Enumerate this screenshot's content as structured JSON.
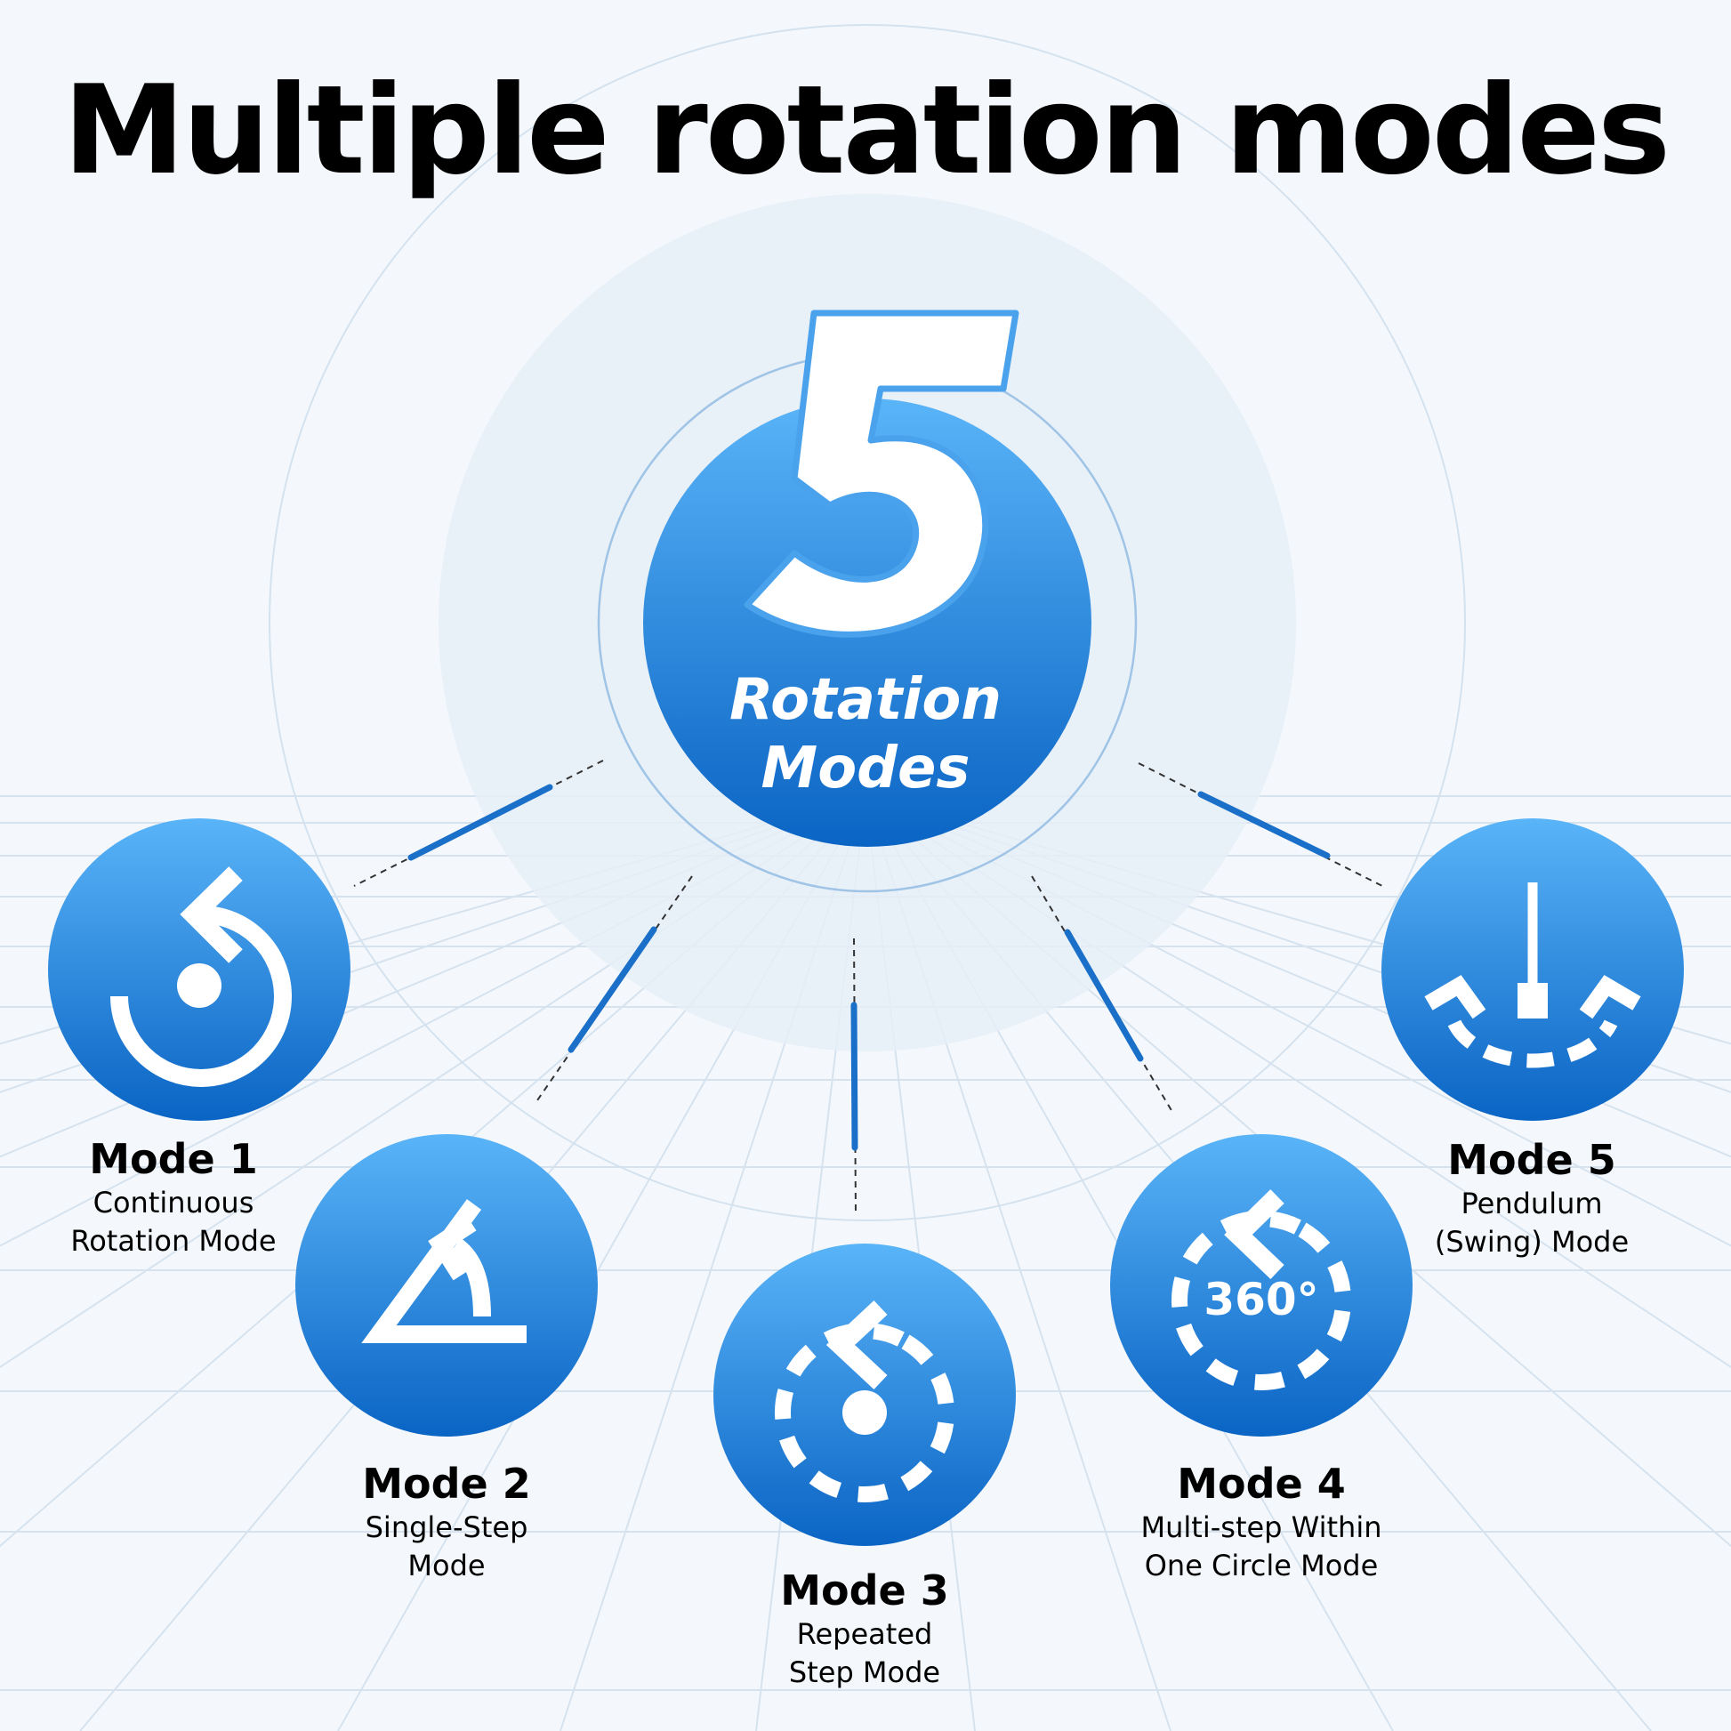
{
  "title": "Multiple rotation modes",
  "hub": {
    "number": "5",
    "line1": "Rotation",
    "line2": "Modes"
  },
  "modes": [
    {
      "title": "Mode 1",
      "desc1": "Continuous",
      "desc2": "Rotation Mode",
      "icon": "continuous-rotation-icon"
    },
    {
      "title": "Mode 2",
      "desc1": "Single-Step",
      "desc2": "Mode",
      "icon": "single-step-angle-icon"
    },
    {
      "title": "Mode 3",
      "desc1": "Repeated",
      "desc2": "Step Mode",
      "icon": "repeated-step-icon"
    },
    {
      "title": "Mode 4",
      "desc1": "Multi-step Within",
      "desc2": "One Circle Mode",
      "icon": "multi-step-360-icon",
      "badge": "360°"
    },
    {
      "title": "Mode 5",
      "desc1": "Pendulum",
      "desc2": "(Swing) Mode",
      "icon": "pendulum-swing-icon"
    }
  ],
  "colors": {
    "circle_top": "#5ab4f8",
    "circle_bottom": "#0a64c4",
    "halo": "#e6eef7",
    "grid_line": "#d6e2ee",
    "text": "#000000"
  }
}
